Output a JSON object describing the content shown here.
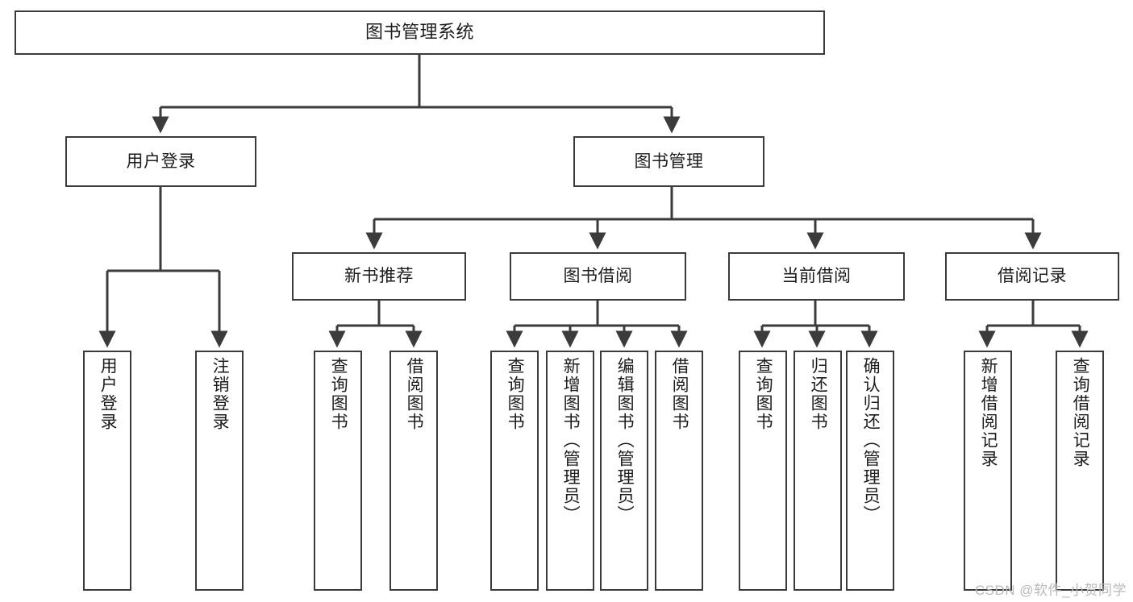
{
  "diagram": {
    "title": "图书管理系统",
    "type": "hierarchy-tree",
    "root": {
      "label": "图书管理系统"
    },
    "level2": [
      {
        "id": "user-login",
        "label": "用户登录"
      },
      {
        "id": "book-management",
        "label": "图书管理"
      }
    ],
    "level3": [
      {
        "id": "new-book-recommend",
        "label": "新书推荐"
      },
      {
        "id": "book-borrow",
        "label": "图书借阅"
      },
      {
        "id": "current-borrow",
        "label": "当前借阅"
      },
      {
        "id": "borrow-record",
        "label": "借阅记录"
      }
    ],
    "leaves": {
      "user_login": [
        {
          "id": "user-login-leaf",
          "label": "用户登录"
        },
        {
          "id": "logout-leaf",
          "label": "注销登录"
        }
      ],
      "new_book_recommend": [
        {
          "id": "query-book-1",
          "label": "查询图书"
        },
        {
          "id": "borrow-book-1",
          "label": "借阅图书"
        }
      ],
      "book_borrow": [
        {
          "id": "query-book-2",
          "label": "查询图书"
        },
        {
          "id": "add-book",
          "label": "新增图书（管理员）"
        },
        {
          "id": "edit-book",
          "label": "编辑图书（管理员）"
        },
        {
          "id": "borrow-book-2",
          "label": "借阅图书"
        }
      ],
      "current_borrow": [
        {
          "id": "query-book-3",
          "label": "查询图书"
        },
        {
          "id": "return-book",
          "label": "归还图书"
        },
        {
          "id": "confirm-return",
          "label": "确认归还（管理员）"
        }
      ],
      "borrow_record": [
        {
          "id": "add-borrow-record",
          "label": "新增借阅记录"
        },
        {
          "id": "query-borrow-record",
          "label": "查询借阅记录"
        }
      ]
    },
    "colors": {
      "line": "#3b3b3b",
      "box_fill": "#ffffff",
      "text": "#1c1c1c",
      "watermark": "#b9b9b9"
    }
  },
  "watermark": {
    "text": "CSDN @软件_小贺同学"
  }
}
